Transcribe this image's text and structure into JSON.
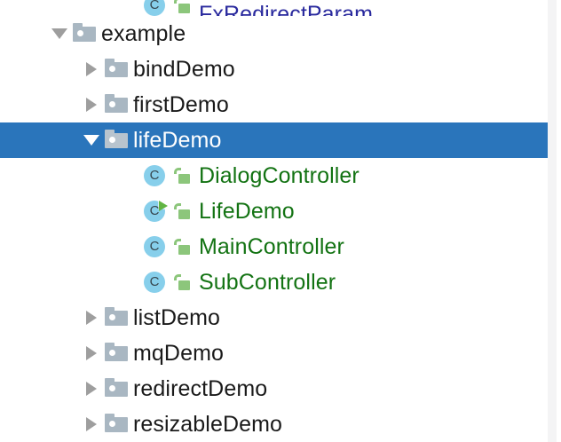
{
  "colors": {
    "selection_blue": "#2a75bb",
    "folder_gray": "#a9b7c2",
    "class_circle_blue": "#87cfeb",
    "lock_green": "#8cc67b",
    "class_label_green": "#137313",
    "label_blue": "#2a2a9e",
    "background": "#ffffff",
    "scrollbar_track": "#f4f4f5",
    "twisty_gray": "#9e9e9e"
  },
  "tree": {
    "name": "project-file-tree",
    "rows": [
      {
        "label": "FxRedirectParam",
        "icon": "class-icon",
        "twisty": "none",
        "indent": 160,
        "label_color": "blue",
        "lock": true,
        "runnable": false,
        "selected": false,
        "clipped": true
      },
      {
        "label": "example",
        "icon": "folder-icon",
        "twisty": "expanded",
        "indent": 54,
        "label_color": "default",
        "lock": false,
        "runnable": false,
        "selected": false,
        "clipped": false
      },
      {
        "label": "bindDemo",
        "icon": "folder-icon",
        "twisty": "collapsed",
        "indent": 90,
        "label_color": "default",
        "lock": false,
        "runnable": false,
        "selected": false,
        "clipped": false
      },
      {
        "label": "firstDemo",
        "icon": "folder-icon",
        "twisty": "collapsed",
        "indent": 90,
        "label_color": "default",
        "lock": false,
        "runnable": false,
        "selected": false,
        "clipped": false
      },
      {
        "label": "lifeDemo",
        "icon": "folder-icon",
        "twisty": "expanded",
        "indent": 90,
        "label_color": "default",
        "lock": false,
        "runnable": false,
        "selected": true,
        "clipped": false
      },
      {
        "label": "DialogController",
        "icon": "class-icon",
        "twisty": "none",
        "indent": 160,
        "label_color": "green",
        "lock": true,
        "runnable": false,
        "selected": false,
        "clipped": false
      },
      {
        "label": "LifeDemo",
        "icon": "class-icon",
        "twisty": "none",
        "indent": 160,
        "label_color": "green",
        "lock": true,
        "runnable": true,
        "selected": false,
        "clipped": false
      },
      {
        "label": "MainController",
        "icon": "class-icon",
        "twisty": "none",
        "indent": 160,
        "label_color": "green",
        "lock": true,
        "runnable": false,
        "selected": false,
        "clipped": false
      },
      {
        "label": "SubController",
        "icon": "class-icon",
        "twisty": "none",
        "indent": 160,
        "label_color": "green",
        "lock": true,
        "runnable": false,
        "selected": false,
        "clipped": false
      },
      {
        "label": "listDemo",
        "icon": "folder-icon",
        "twisty": "collapsed",
        "indent": 90,
        "label_color": "default",
        "lock": false,
        "runnable": false,
        "selected": false,
        "clipped": false
      },
      {
        "label": "mqDemo",
        "icon": "folder-icon",
        "twisty": "collapsed",
        "indent": 90,
        "label_color": "default",
        "lock": false,
        "runnable": false,
        "selected": false,
        "clipped": false
      },
      {
        "label": "redirectDemo",
        "icon": "folder-icon",
        "twisty": "collapsed",
        "indent": 90,
        "label_color": "default",
        "lock": false,
        "runnable": false,
        "selected": false,
        "clipped": false
      },
      {
        "label": "resizableDemo",
        "icon": "folder-icon",
        "twisty": "collapsed",
        "indent": 90,
        "label_color": "default",
        "lock": false,
        "runnable": false,
        "selected": false,
        "clipped": false
      }
    ]
  },
  "scrollbar": {
    "name": "vertical-scrollbar",
    "visible": true
  },
  "icon_names": {
    "folder": "folder-icon",
    "class": "class-icon",
    "class_runnable": "class-runnable-icon",
    "lock_open": "unlocked-padlock-icon",
    "twisty_expanded": "chevron-down-icon",
    "twisty_collapsed": "chevron-right-icon"
  }
}
